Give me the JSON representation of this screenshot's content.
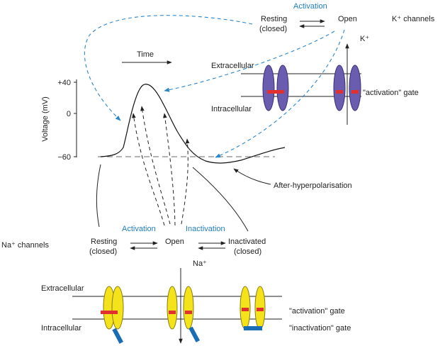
{
  "colors": {
    "activation_text": "#1f7fc0",
    "k_channel_fill": "#6a5db0",
    "na_channel_fill": "#f4e21a",
    "gate_red": "#e03030",
    "inactivation_ball": "#1a6cb4",
    "dashed_arrow_blue": "#2a86cc"
  },
  "k_channels": {
    "label": "K⁺ channels",
    "activation": "Activation",
    "resting_line1": "Resting",
    "resting_line2": "(closed)",
    "open": "Open",
    "ion": "K⁺",
    "extracellular": "Extracellular",
    "intracellular": "Intracellular",
    "activation_gate": "\"activation\" gate"
  },
  "graph": {
    "time_label": "Time",
    "y_axis_label": "Voltage (mV)",
    "ticks": [
      "+40",
      "0",
      "−60"
    ],
    "after_hyperpolarisation": "After-hyperpolarisation"
  },
  "na_channels": {
    "label": "Na⁺ channels",
    "activation": "Activation",
    "inactivation": "Inactivation",
    "resting_line1": "Resting",
    "resting_line2": "(closed)",
    "open": "Open",
    "inactivated_line1": "Inactivated",
    "inactivated_line2": "(closed)",
    "ion": "Na⁺",
    "extracellular": "Extracellular",
    "intracellular": "Intracellular",
    "activation_gate": "\"activation\" gate",
    "inactivation_gate": "\"inactivation\" gate"
  }
}
